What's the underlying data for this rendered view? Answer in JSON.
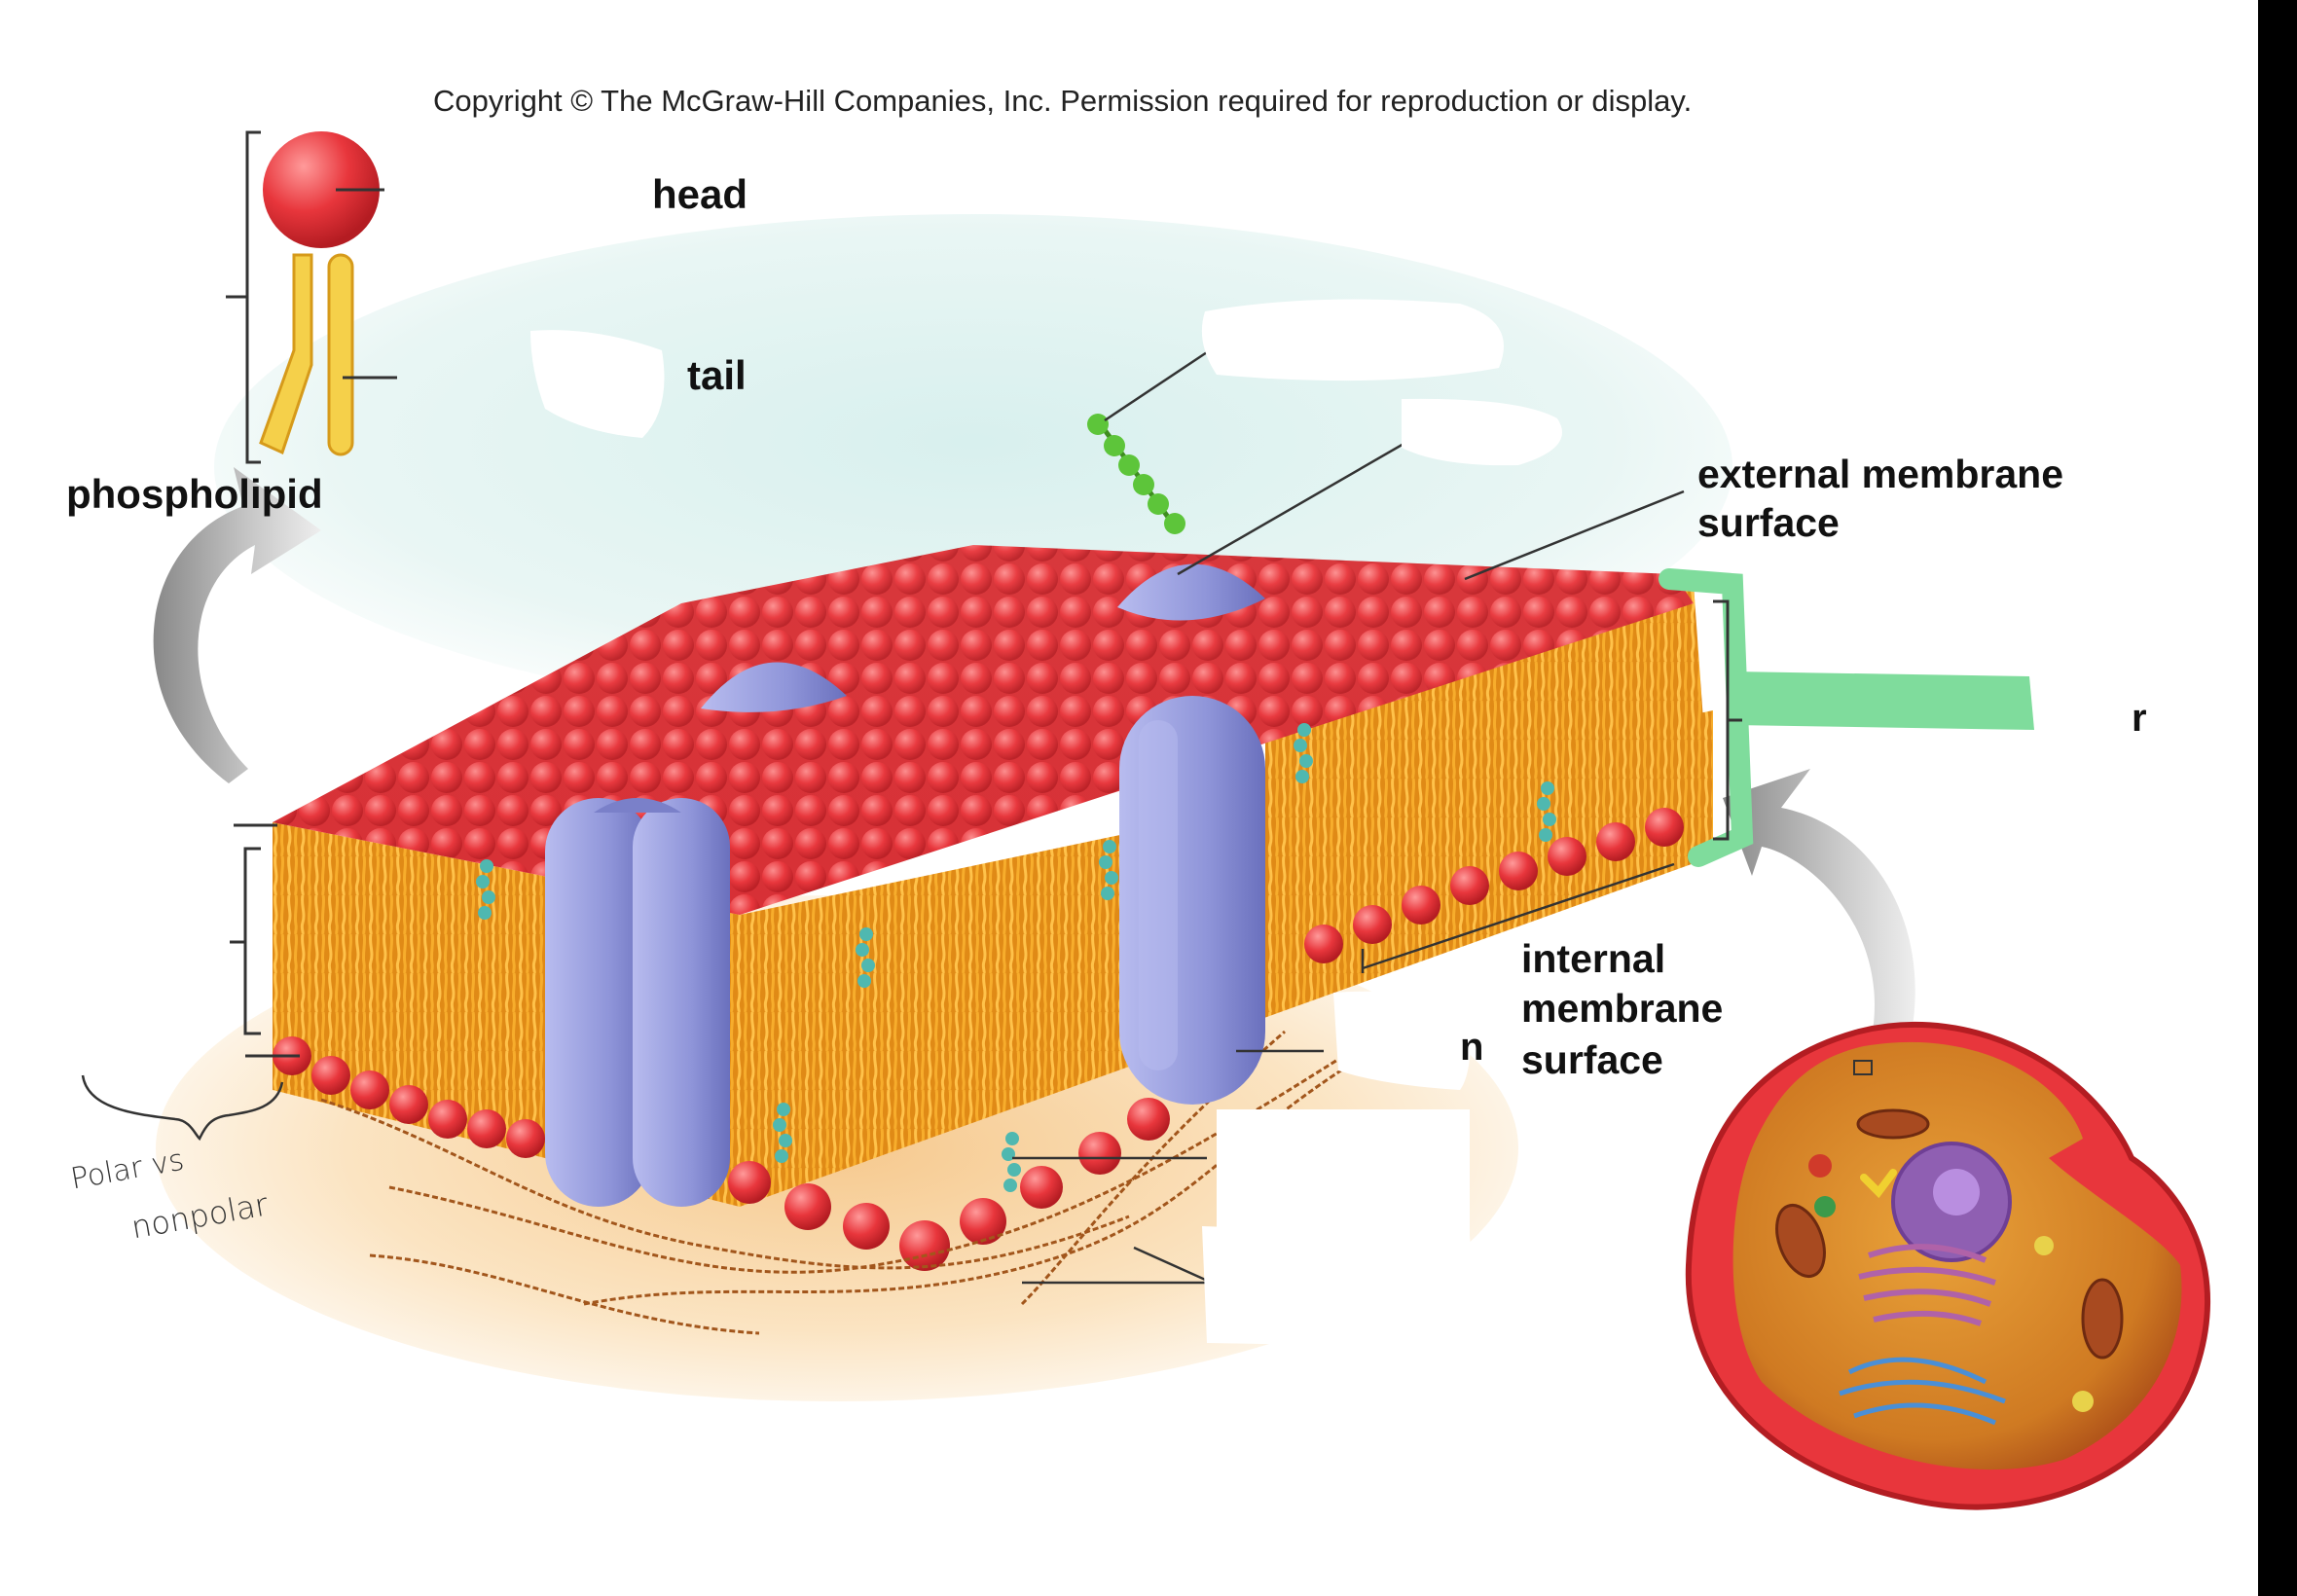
{
  "copyright": "Copyright © The McGraw-Hill Companies, Inc. Permission required for reproduction or display.",
  "labels": {
    "head": "head",
    "tail": "tail",
    "phospholipid": "phospholipid",
    "external_line1": "external membrane",
    "external_line2": "surface",
    "internal_line1": "internal",
    "internal_line2": "membrane",
    "internal_line3": "surface",
    "partial_r": "r",
    "partial_n": "n"
  },
  "handwritten": {
    "line1": "Polar vs",
    "line2": "nonpolar"
  },
  "colors": {
    "head_red": "#e8363c",
    "tail_orange": "#f2a52a",
    "protein_blue": "#8f95d9",
    "cholesterol_teal": "#4fb8b0",
    "carbohydrate_green": "#5dc53a",
    "highlight_green": "#7fdc9c",
    "cytoplasm": "#d88a2a"
  }
}
